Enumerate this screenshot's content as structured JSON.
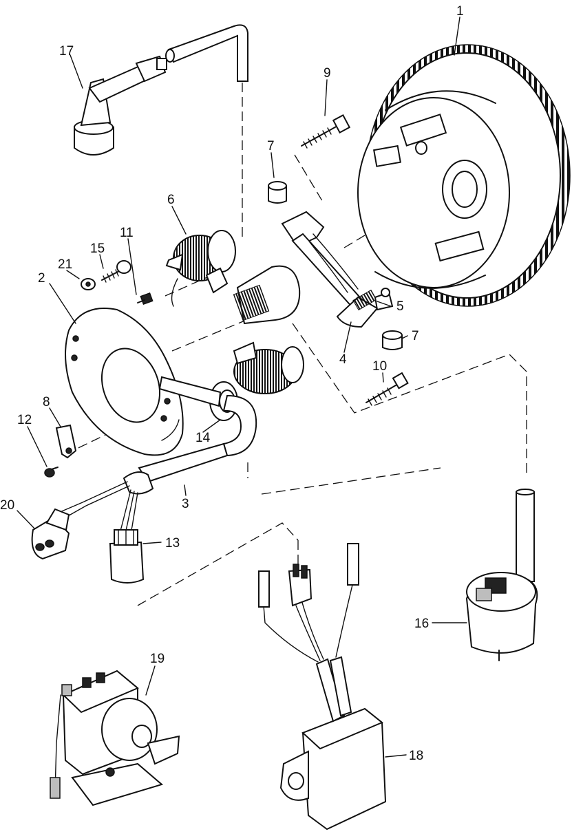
{
  "callouts": {
    "c1": "1",
    "c2": "2",
    "c3": "3",
    "c4": "4",
    "c5": "5",
    "c6": "6",
    "c7a": "7",
    "c7b": "7",
    "c8": "8",
    "c9": "9",
    "c10": "10",
    "c11": "11",
    "c12": "12",
    "c13": "13",
    "c14": "14",
    "c15": "15",
    "c16": "16",
    "c17": "17",
    "c18": "18",
    "c19": "19",
    "c20": "20",
    "c21": "21"
  }
}
